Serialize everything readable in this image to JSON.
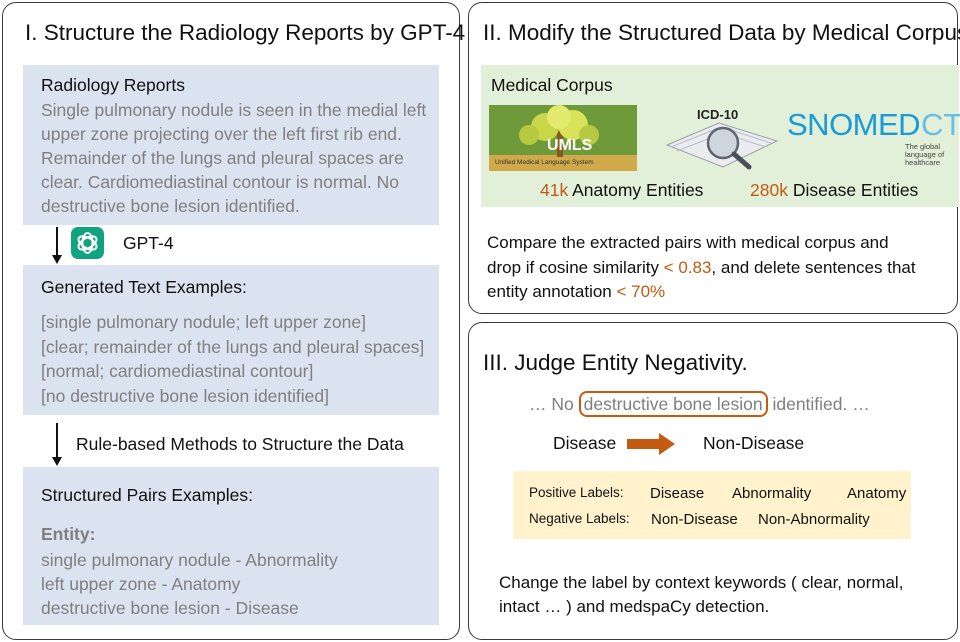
{
  "panel1": {
    "title": "I. Structure the Radiology Reports by GPT-4",
    "reports": {
      "heading": "Radiology Reports",
      "lines": [
        "Single pulmonary nodule is seen in the medial left",
        "upper zone projecting over the left first rib end.",
        "Remainder of the lungs and pleural spaces are",
        "clear. Cardiomediastinal contour is normal. No",
        "destructive bone lesion identified."
      ]
    },
    "gpt_label": "GPT-4",
    "generated": {
      "heading": "Generated Text Examples:",
      "lines": [
        "[single pulmonary nodule; left upper zone]",
        "[clear; remainder of the lungs and pleural spaces]",
        "[normal; cardiomediastinal contour]",
        "[no destructive bone lesion identified]"
      ]
    },
    "rule_label": "Rule-based Methods to Structure the Data",
    "pairs": {
      "heading": "Structured Pairs Examples:",
      "entity_label": "Entity:",
      "lines": [
        "single pulmonary nodule - Abnormality",
        "left upper zone - Anatomy",
        "destructive bone lesion - Disease"
      ]
    }
  },
  "panel2": {
    "title": "II. Modify the Structured Data by Medical Corpus",
    "corpus_heading": "Medical Corpus",
    "logos": {
      "umls": "UMLS",
      "umls_sub": "Unified Medical Language System",
      "icd": "ICD-10",
      "snomed_a": "SNOMED",
      "snomed_b": "CT",
      "snomed_tag": [
        "The global",
        "language of",
        "healthcare"
      ]
    },
    "anatomy_count": "41k",
    "anatomy_label": "Anatomy Entities",
    "disease_count": "280k",
    "disease_label": "Disease Entities",
    "desc_line1": "Compare the extracted pairs with medical corpus and",
    "desc_line2a": "drop if cosine similarity ",
    "desc_line2b": "< 0.83",
    "desc_line2c": ", and delete sentences that",
    "desc_line3a": "entity annotation ",
    "desc_line3b": "< 70%"
  },
  "panel3": {
    "title": "III.  Judge Entity Negativity.",
    "sentence_pre": "… No ",
    "sentence_entity": "destructive bone lesion",
    "sentence_post": " identified. …",
    "from_label": "Disease",
    "to_label": "Non-Disease",
    "positive_label": "Positive Labels:",
    "positive_values": [
      "Disease",
      "Abnormality",
      "Anatomy"
    ],
    "negative_label": "Negative Labels:",
    "negative_values": [
      "Non-Disease",
      "Non-Abnormality"
    ],
    "footer_line1": "Change the label by context keywords ( clear, normal,",
    "footer_line2": "intact … ) and medspaCy detection."
  },
  "colors": {
    "accent_orange": "#c55a11",
    "blue_box": "#dce3f0",
    "green_box": "#e2efd9",
    "yellow_box": "#fff2cc",
    "gpt_green": "#10a37f",
    "snomed_blue": "#1a9ad6"
  }
}
